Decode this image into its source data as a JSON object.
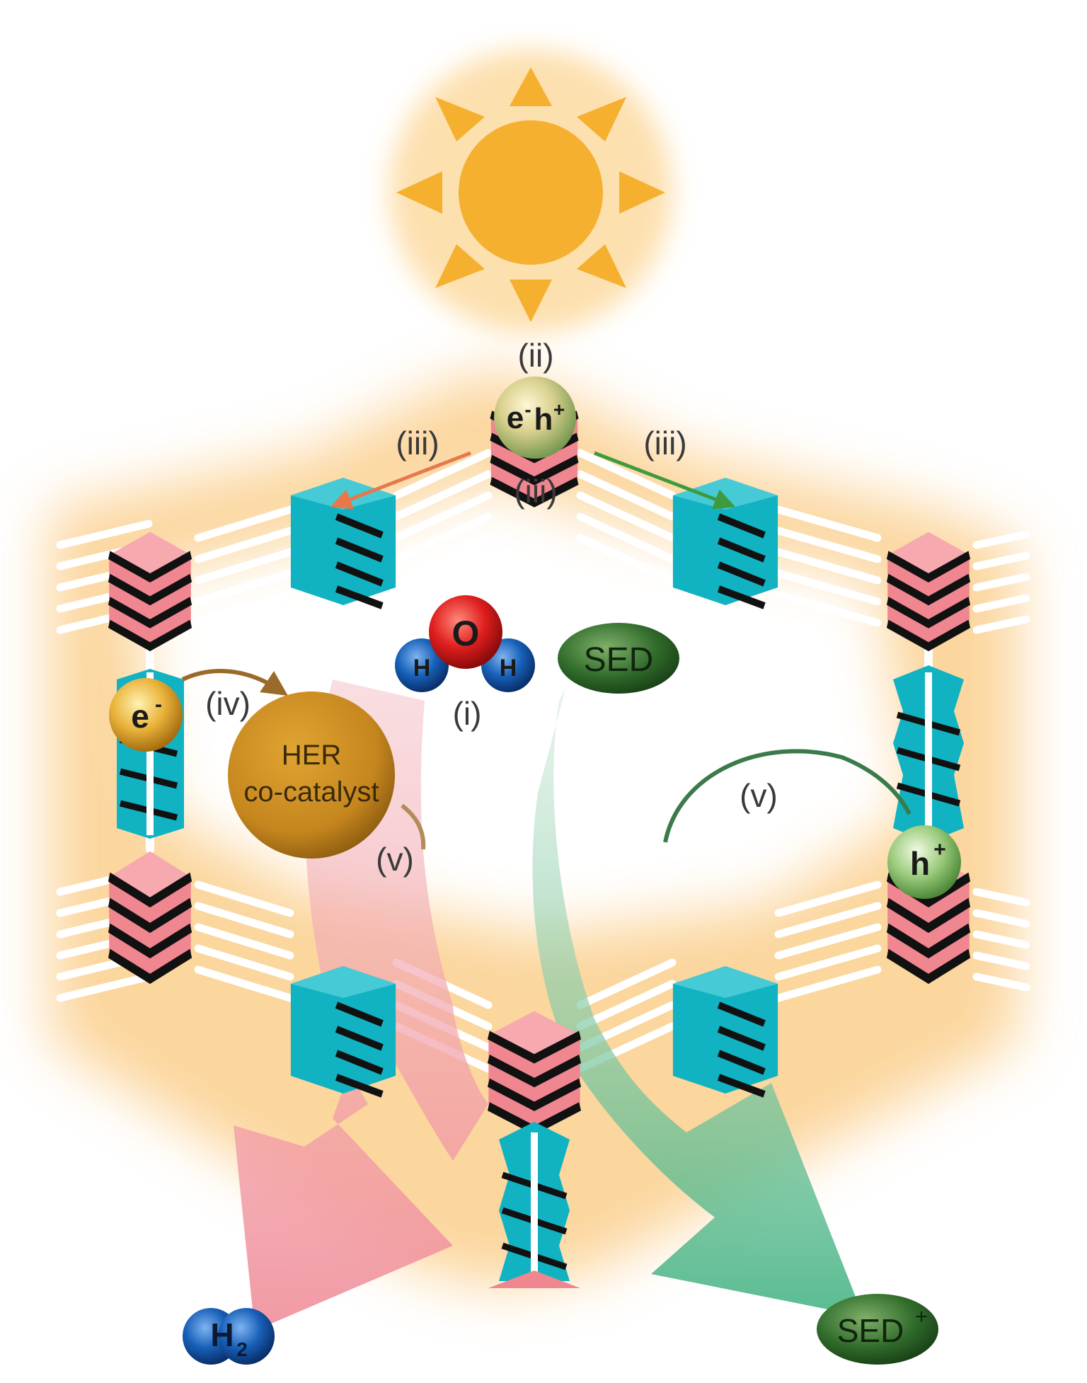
{
  "labels": {
    "step_i": "(i)",
    "step_ii": "(ii)",
    "step_iii": "(iii)",
    "step_iv": "(iv)",
    "step_v": "(v)",
    "oxygen": "O",
    "hydrogen": "H",
    "sed": "SED",
    "her_line1": "HER",
    "her_line2": "co-catalyst",
    "electron": "e",
    "hole": "h",
    "eh_e": "e",
    "eh_h": "h",
    "minus": "-",
    "plus": "+",
    "h2": "H",
    "h2_sub": "2",
    "sed_plus": "SED",
    "sed_plus_sup": "+"
  },
  "colors": {
    "sun": "#F6B030",
    "pink": "#F0868F",
    "teal": "#11B2C2",
    "glow": "#FBD9A2",
    "her": "#C88A1E",
    "sed": "#2E6B2A",
    "oxygen": "#D81E1E",
    "hydrogen": "#1457A8"
  },
  "icons": {
    "sun": "sun-icon",
    "water": "water-molecule-icon",
    "h2": "hydrogen-molecule-icon"
  }
}
